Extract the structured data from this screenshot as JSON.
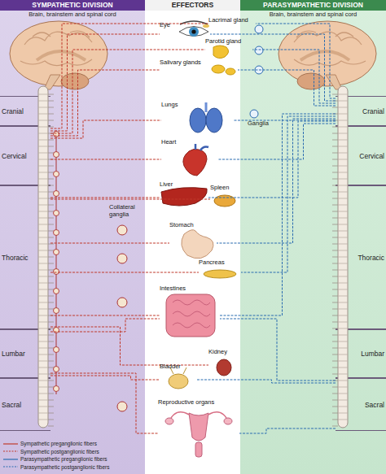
{
  "diagram": {
    "nodes": [
      {
        "text": [
          "SYMPATHETIC DIVISION",
          "Brain, brainstem and spinal cord"
        ]
      },
      {
        "text": [
          "Cranial"
        ],
        "in": 0
      },
      {
        "text": [
          "Cervical"
        ],
        "in": 0
      },
      {
        "text": [
          "Thoracic"
        ],
        "in": 0
      },
      {
        "text": [
          "Lumbar"
        ],
        "in": 0
      },
      {
        "text": [
          "Sacral"
        ],
        "in": 0
      },
      {
        "text": [
          "EFFECTORS"
        ]
      },
      {
        "text": [
          "Lacrimal gland"
        ],
        "in": 6
      },
      {
        "text": [
          "Eye"
        ],
        "in": 6
      },
      {
        "text": [
          "Parotid gland"
        ],
        "in": 6
      },
      {
        "text": [
          "Salivary glands"
        ],
        "in": 6
      },
      {
        "text": [
          "Lungs"
        ],
        "in": 6
      },
      {
        "text": [
          "Heart"
        ],
        "in": 6
      },
      {
        "text": [
          "Liver"
        ],
        "in": 6
      },
      {
        "text": [
          "Spleen"
        ],
        "in": 6
      },
      {
        "text": [
          "Stomach"
        ],
        "in": 6
      },
      {
        "text": [
          "Pancreas"
        ],
        "in": 6
      },
      {
        "text": [
          "Intestines"
        ],
        "in": 6
      },
      {
        "text": [
          "Kidney"
        ],
        "in": 6
      },
      {
        "text": [
          "Bladder"
        ],
        "in": 6
      },
      {
        "text": [
          "Reproductive organs"
        ],
        "in": 6
      },
      {
        "text": [
          "PARASYMPATHETIC DIVISION",
          "Brain, brainstem and spinal cord"
        ]
      },
      {
        "text": [
          "Cranial"
        ],
        "in": 21
      },
      {
        "text": [
          "Cervical"
        ],
        "in": 21
      },
      {
        "text": [
          "Thoracic"
        ],
        "in": 21
      },
      {
        "text": [
          "Lumbar"
        ],
        "in": 21
      },
      {
        "text": [
          "Sacral"
        ],
        "in": 21
      }
    ],
    "edges": [
      {
        "from": 2,
        "to": 7,
        "arrow": "none"
      },
      {
        "from": 2,
        "to": 8,
        "arrow": "none"
      },
      {
        "from": 2,
        "to": 9,
        "arrow": "none"
      },
      {
        "from": 2,
        "to": 10,
        "arrow": "none"
      },
      {
        "from": 2,
        "to": 11,
        "arrow": "none"
      },
      {
        "from": 2,
        "to": 12,
        "arrow": "none"
      },
      {
        "from": 3,
        "to": 13,
        "arrow": "none"
      },
      {
        "from": 3,
        "to": 14,
        "arrow": "none"
      },
      {
        "from": 3,
        "to": 15,
        "arrow": "none"
      },
      {
        "from": 3,
        "to": 16,
        "arrow": "none"
      },
      {
        "from": 3,
        "to": 17,
        "arrow": "none"
      },
      {
        "from": 3,
        "to": 18,
        "arrow": "none"
      },
      {
        "from": 4,
        "to": 17,
        "arrow": "none"
      },
      {
        "from": 4,
        "to": 19,
        "arrow": "none"
      },
      {
        "from": 4,
        "to": 20,
        "arrow": "none"
      },
      {
        "from": 22,
        "to": 7,
        "arrow": "none"
      },
      {
        "from": 22,
        "to": 8,
        "arrow": "none"
      },
      {
        "from": 22,
        "to": 9,
        "arrow": "none"
      },
      {
        "from": 22,
        "to": 10,
        "arrow": "none"
      },
      {
        "from": 22,
        "to": 11,
        "arrow": "none"
      },
      {
        "from": 22,
        "to": 12,
        "arrow": "none"
      },
      {
        "from": 22,
        "to": 13,
        "arrow": "none"
      },
      {
        "from": 22,
        "to": 15,
        "arrow": "none"
      },
      {
        "from": 22,
        "to": 16,
        "arrow": "none"
      },
      {
        "from": 22,
        "to": 17,
        "arrow": "none"
      },
      {
        "from": 26,
        "to": 17,
        "arrow": "none"
      },
      {
        "from": 26,
        "to": 19,
        "arrow": "none"
      },
      {
        "from": 26,
        "to": 20,
        "arrow": "none"
      }
    ],
    "labels": [
      "Collateral ganglia",
      "Ganglia"
    ],
    "legend": [
      {
        "text": "Sympathetic preganglionic fibers"
      },
      {
        "text": "Sympathetic postganglionic fibers"
      },
      {
        "text": "Parasympathetic preganglionic fibers"
      },
      {
        "text": "Parasympathetic postganglionic fibers"
      }
    ]
  }
}
